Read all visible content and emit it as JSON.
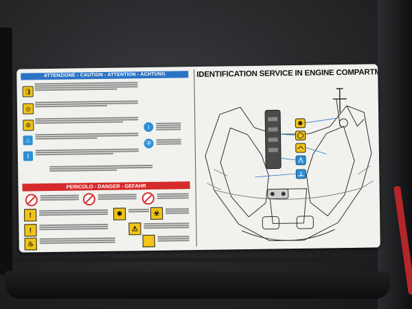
{
  "label": {
    "caution_banner": "ATTENZIONE - CAUTION - ATTENTION - ACHTUNG",
    "danger_banner": "PERICOLO - DANGER - GEFAHR",
    "right_title": "IDENTIFICATION SERVICE IN ENGINE COMPARTMENT"
  },
  "colors": {
    "caution_blue": "#2b73c5",
    "danger_red": "#d52b2b",
    "warning_yellow": "#f0c417",
    "sticker_bg": "#f1f2ee",
    "engine_cover": "#2a2c2e"
  },
  "caution_icons": [
    "oil-can-icon",
    "steering-wheel-icon",
    "gear-icon",
    "coolant-icon",
    "washer-fluid-icon"
  ],
  "danger_icons": [
    "no-flame-icon",
    "no-children-icon",
    "explosive-icon",
    "corrosive-icon",
    "high-voltage-icon",
    "hot-surface-icon"
  ]
}
